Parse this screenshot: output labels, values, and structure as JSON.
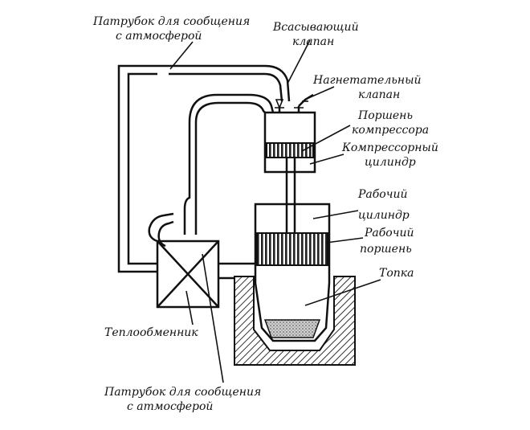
{
  "labels": {
    "atm_pipe_top": [
      "Патрубок для сообщения",
      "с атмосферой"
    ],
    "suction_valve": [
      "Всасывающий",
      "клапан"
    ],
    "discharge_valve": [
      "Нагнетательный",
      "клапан"
    ],
    "compressor_piston": [
      "Поршень",
      "компрессора"
    ],
    "compressor_cylinder": [
      "Компрессорный",
      "цилиндр"
    ],
    "working_cylinder": [
      "Рабочий",
      "цилиндр"
    ],
    "working_piston": [
      "Рабочий",
      "поршень"
    ],
    "firebox": "Топка",
    "heat_exchanger": "Теплообменник",
    "atm_pipe_bottom": [
      "Патрубок для сообщения",
      "с атмосферой"
    ]
  },
  "colors": {
    "ink": "#111111",
    "hatch": "#555555",
    "background": "#ffffff"
  }
}
